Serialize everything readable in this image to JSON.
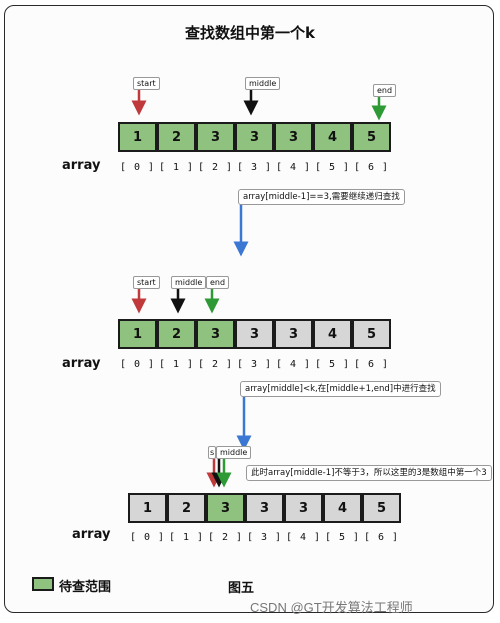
{
  "title": "查找数组中第一个k",
  "array_label": "array",
  "tags": {
    "start": "start",
    "middle": "middle",
    "end": "end"
  },
  "stage1": {
    "values": [
      "1",
      "2",
      "3",
      "3",
      "3",
      "4",
      "5"
    ],
    "indices": [
      "[ 0 ]",
      "[ 1 ]",
      "[ 2 ]",
      "[ 3 ]",
      "[ 4 ]",
      "[ 5 ]",
      "[ 6 ]"
    ],
    "active": [
      true,
      true,
      true,
      true,
      true,
      true,
      true
    ],
    "note": "array[middle-1]==3,需要继续递归查找"
  },
  "stage2": {
    "values": [
      "1",
      "2",
      "3",
      "3",
      "3",
      "4",
      "5"
    ],
    "indices": [
      "[ 0 ]",
      "[ 1 ]",
      "[ 2 ]",
      "[ 3 ]",
      "[ 4 ]",
      "[ 5 ]",
      "[ 6 ]"
    ],
    "active": [
      true,
      true,
      true,
      false,
      false,
      false,
      false
    ],
    "note": "array[middle]<k,在[middle+1,end]中进行查找"
  },
  "stage3": {
    "values": [
      "1",
      "2",
      "3",
      "3",
      "3",
      "4",
      "5"
    ],
    "indices": [
      "[ 0 ]",
      "[ 1 ]",
      "[ 2 ]",
      "[ 3 ]",
      "[ 4 ]",
      "[ 5 ]",
      "[ 6 ]"
    ],
    "active": [
      false,
      false,
      true,
      false,
      false,
      false,
      false
    ],
    "note": "此时array[middle-1]不等于3，所以这里的3是数组中第一个3",
    "overlap_tag": "s"
  },
  "legend": {
    "label": "待查范围"
  },
  "figure_label": "图五",
  "watermark": "CSDN @GT开发算法工程师",
  "colors": {
    "active": "#8fc27e",
    "inactive": "#d6d6d6",
    "start_arrow": "#c0393b",
    "middle_arrow": "#111111",
    "end_arrow": "#2e9a35",
    "flow_arrow": "#3a78d4"
  }
}
